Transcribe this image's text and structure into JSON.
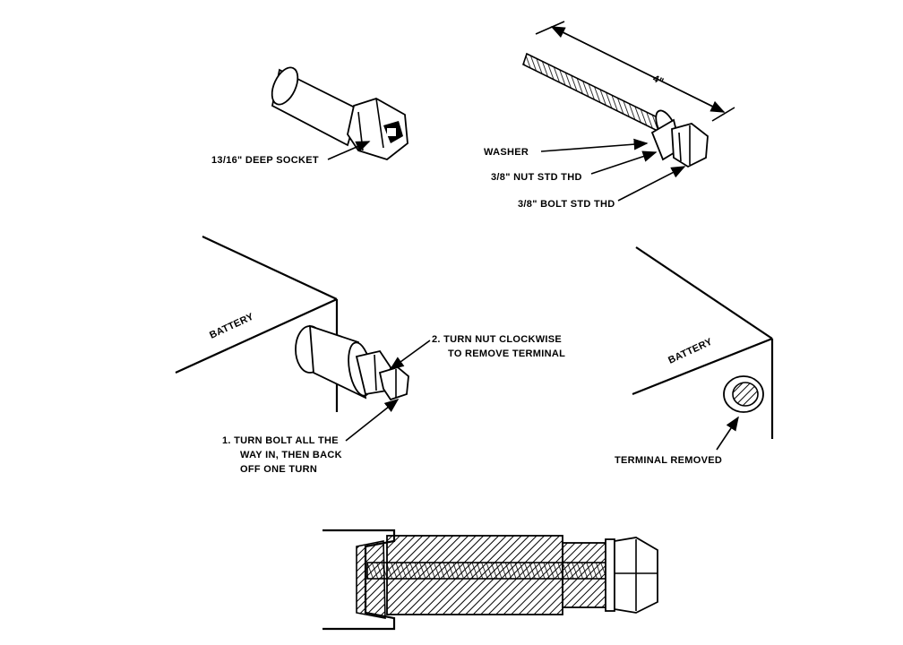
{
  "labels": {
    "socket": "13/16\" DEEP SOCKET",
    "dimension": "4\"",
    "washer": "WASHER",
    "nut": "3/8\" NUT STD THD",
    "bolt": "3/8\" BOLT STD THD",
    "battery_left": "BATTERY",
    "battery_right": "BATTERY",
    "step2_line1": "2.  TURN NUT CLOCKWISE",
    "step2_line2": "TO REMOVE TERMINAL",
    "step1_line1": "1.  TURN BOLT ALL THE",
    "step1_line2": "WAY IN, THEN BACK",
    "step1_line3": "OFF ONE TURN",
    "terminal_removed": "TERMINAL REMOVED"
  },
  "colors": {
    "ink": "#000000",
    "paper": "#ffffff"
  }
}
